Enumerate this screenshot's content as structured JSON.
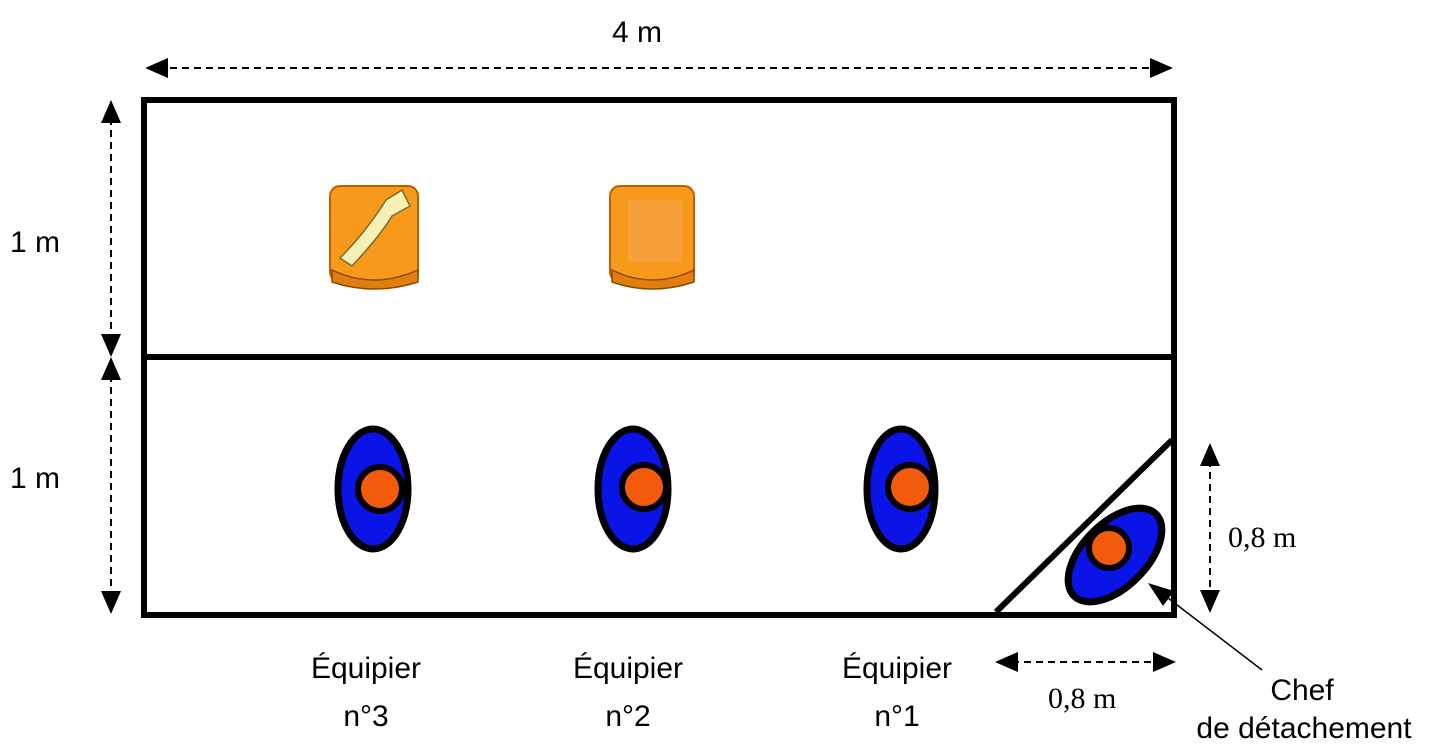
{
  "dimensions": {
    "width_label": "4 m",
    "top_height_label": "1 m",
    "bottom_height_label": "1 m",
    "corner_height_label": "0,8 m",
    "corner_width_label": "0,8 m"
  },
  "crew": [
    {
      "line1": "Équipier",
      "line2": "n°3"
    },
    {
      "line1": "Équipier",
      "line2": "n°2"
    },
    {
      "line1": "Équipier",
      "line2": "n°1"
    }
  ],
  "chief": {
    "line1": "Chef",
    "line2": "de détachement"
  },
  "colors": {
    "outline": "#000000",
    "person_body": "#0b14e6",
    "person_head": "#f25a0c",
    "bag_orange": "#f79a1b",
    "bag_inner": "#f7a03a",
    "strap": "#f5f0b4"
  }
}
